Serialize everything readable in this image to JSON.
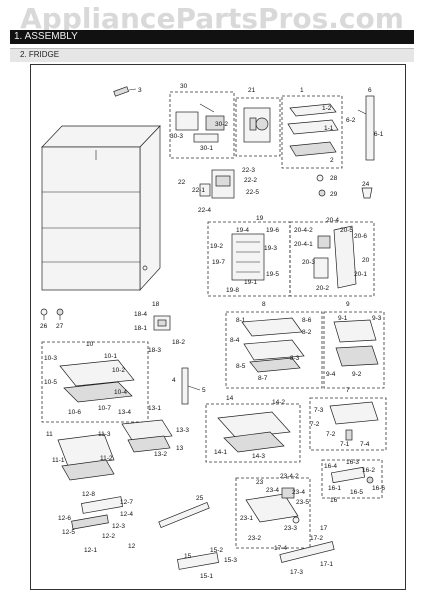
{
  "watermark": "AppliancePartsPros.com",
  "header": {
    "title": "1. ASSEMBLY"
  },
  "section": {
    "title": "2. FRIDGE"
  },
  "labels": {
    "l3": "3",
    "l30": "30",
    "l30_2": "30-2",
    "l30_3": "30-3",
    "l30_1": "30-1",
    "l21": "21",
    "l1": "1",
    "l1_2": "1-2",
    "l1_1": "1-1",
    "l2": "2",
    "l6": "6",
    "l6_2": "6-2",
    "l6_1": "6-1",
    "l22_3": "22-3",
    "l22": "22",
    "l22_1": "22-1",
    "l22_2": "22-2",
    "l22_5": "22-5",
    "l22_4": "22-4",
    "l28": "28",
    "l29": "29",
    "l24": "24",
    "l19": "19",
    "l19_4": "19-4",
    "l19_6": "19-6",
    "l19_2": "19-2",
    "l19_3": "19-3",
    "l19_7": "19-7",
    "l19_5": "19-5",
    "l19_1": "19-1",
    "l19_8": "19-8",
    "l20_4": "20-4",
    "l20_4_2": "20-4-2",
    "l20_5": "20-5",
    "l20_6": "20-6",
    "l20_4_1": "20-4-1",
    "l20": "20",
    "l20_3": "20-3",
    "l20_1": "20-1",
    "l20_2": "20-2",
    "l26": "26",
    "l27": "27",
    "l18": "18",
    "l18_4": "18-4",
    "l18_1": "18-1",
    "l18_2": "18-2",
    "l18_3": "18-3",
    "l8": "8",
    "l8_1": "8-1",
    "l8_6": "8-6",
    "l8_2": "8-2",
    "l8_4": "8-4",
    "l8_3": "8-3",
    "l8_5": "8-5",
    "l8_7": "8-7",
    "l9": "9",
    "l9_1": "9-1",
    "l9_3": "9-3",
    "l9_4": "9-4",
    "l9_2": "9-2",
    "l10": "10",
    "l10_3": "10-3",
    "l10_1": "10-1",
    "l10_2": "10-2",
    "l10_5": "10-5",
    "l10_4": "10-4",
    "l10_6": "10-6",
    "l10_7": "10-7",
    "l4": "4",
    "l5": "5",
    "l7": "7",
    "l7_3": "7-3",
    "l7_2": "7-2",
    "l7_2b": "7-2",
    "l7_1": "7-1",
    "l7_4": "7-4",
    "l14": "14",
    "l14_2": "14-2",
    "l14_1": "14-1",
    "l14_3": "14-3",
    "l13_4": "13-4",
    "l13_1": "13-1",
    "l13_3": "13-3",
    "l13_2": "13-2",
    "l13": "13",
    "l11": "11",
    "l11_3": "11-3",
    "l11_1": "11-1",
    "l11_2": "11-2",
    "l16_4": "16-4",
    "l16_3": "16-3",
    "l16_2": "16-2",
    "l16_1": "16-1",
    "l16_5": "16-5",
    "l16_6": "16-6",
    "l16": "16",
    "l12_8": "12-8",
    "l12_7": "12-7",
    "l12_6": "12-6",
    "l12_4": "12-4",
    "l12_3": "12-3",
    "l12_5": "12-5",
    "l12_2": "12-2",
    "l12_1": "12-1",
    "l12": "12",
    "l25": "25",
    "l23": "23",
    "l23_4_2": "23-4-2",
    "l23_4": "23-4",
    "l23_4b": "23-4",
    "l23_5": "23-5",
    "l23_1": "23-1",
    "l23_3": "23-3",
    "l23_2": "23-2",
    "l17": "17",
    "l17_2": "17-2",
    "l17_4": "17-4",
    "l17_1": "17-1",
    "l17_3": "17-3",
    "l15": "15",
    "l15_2": "15-2",
    "l15_3": "15-3",
    "l15_1": "15-1"
  }
}
